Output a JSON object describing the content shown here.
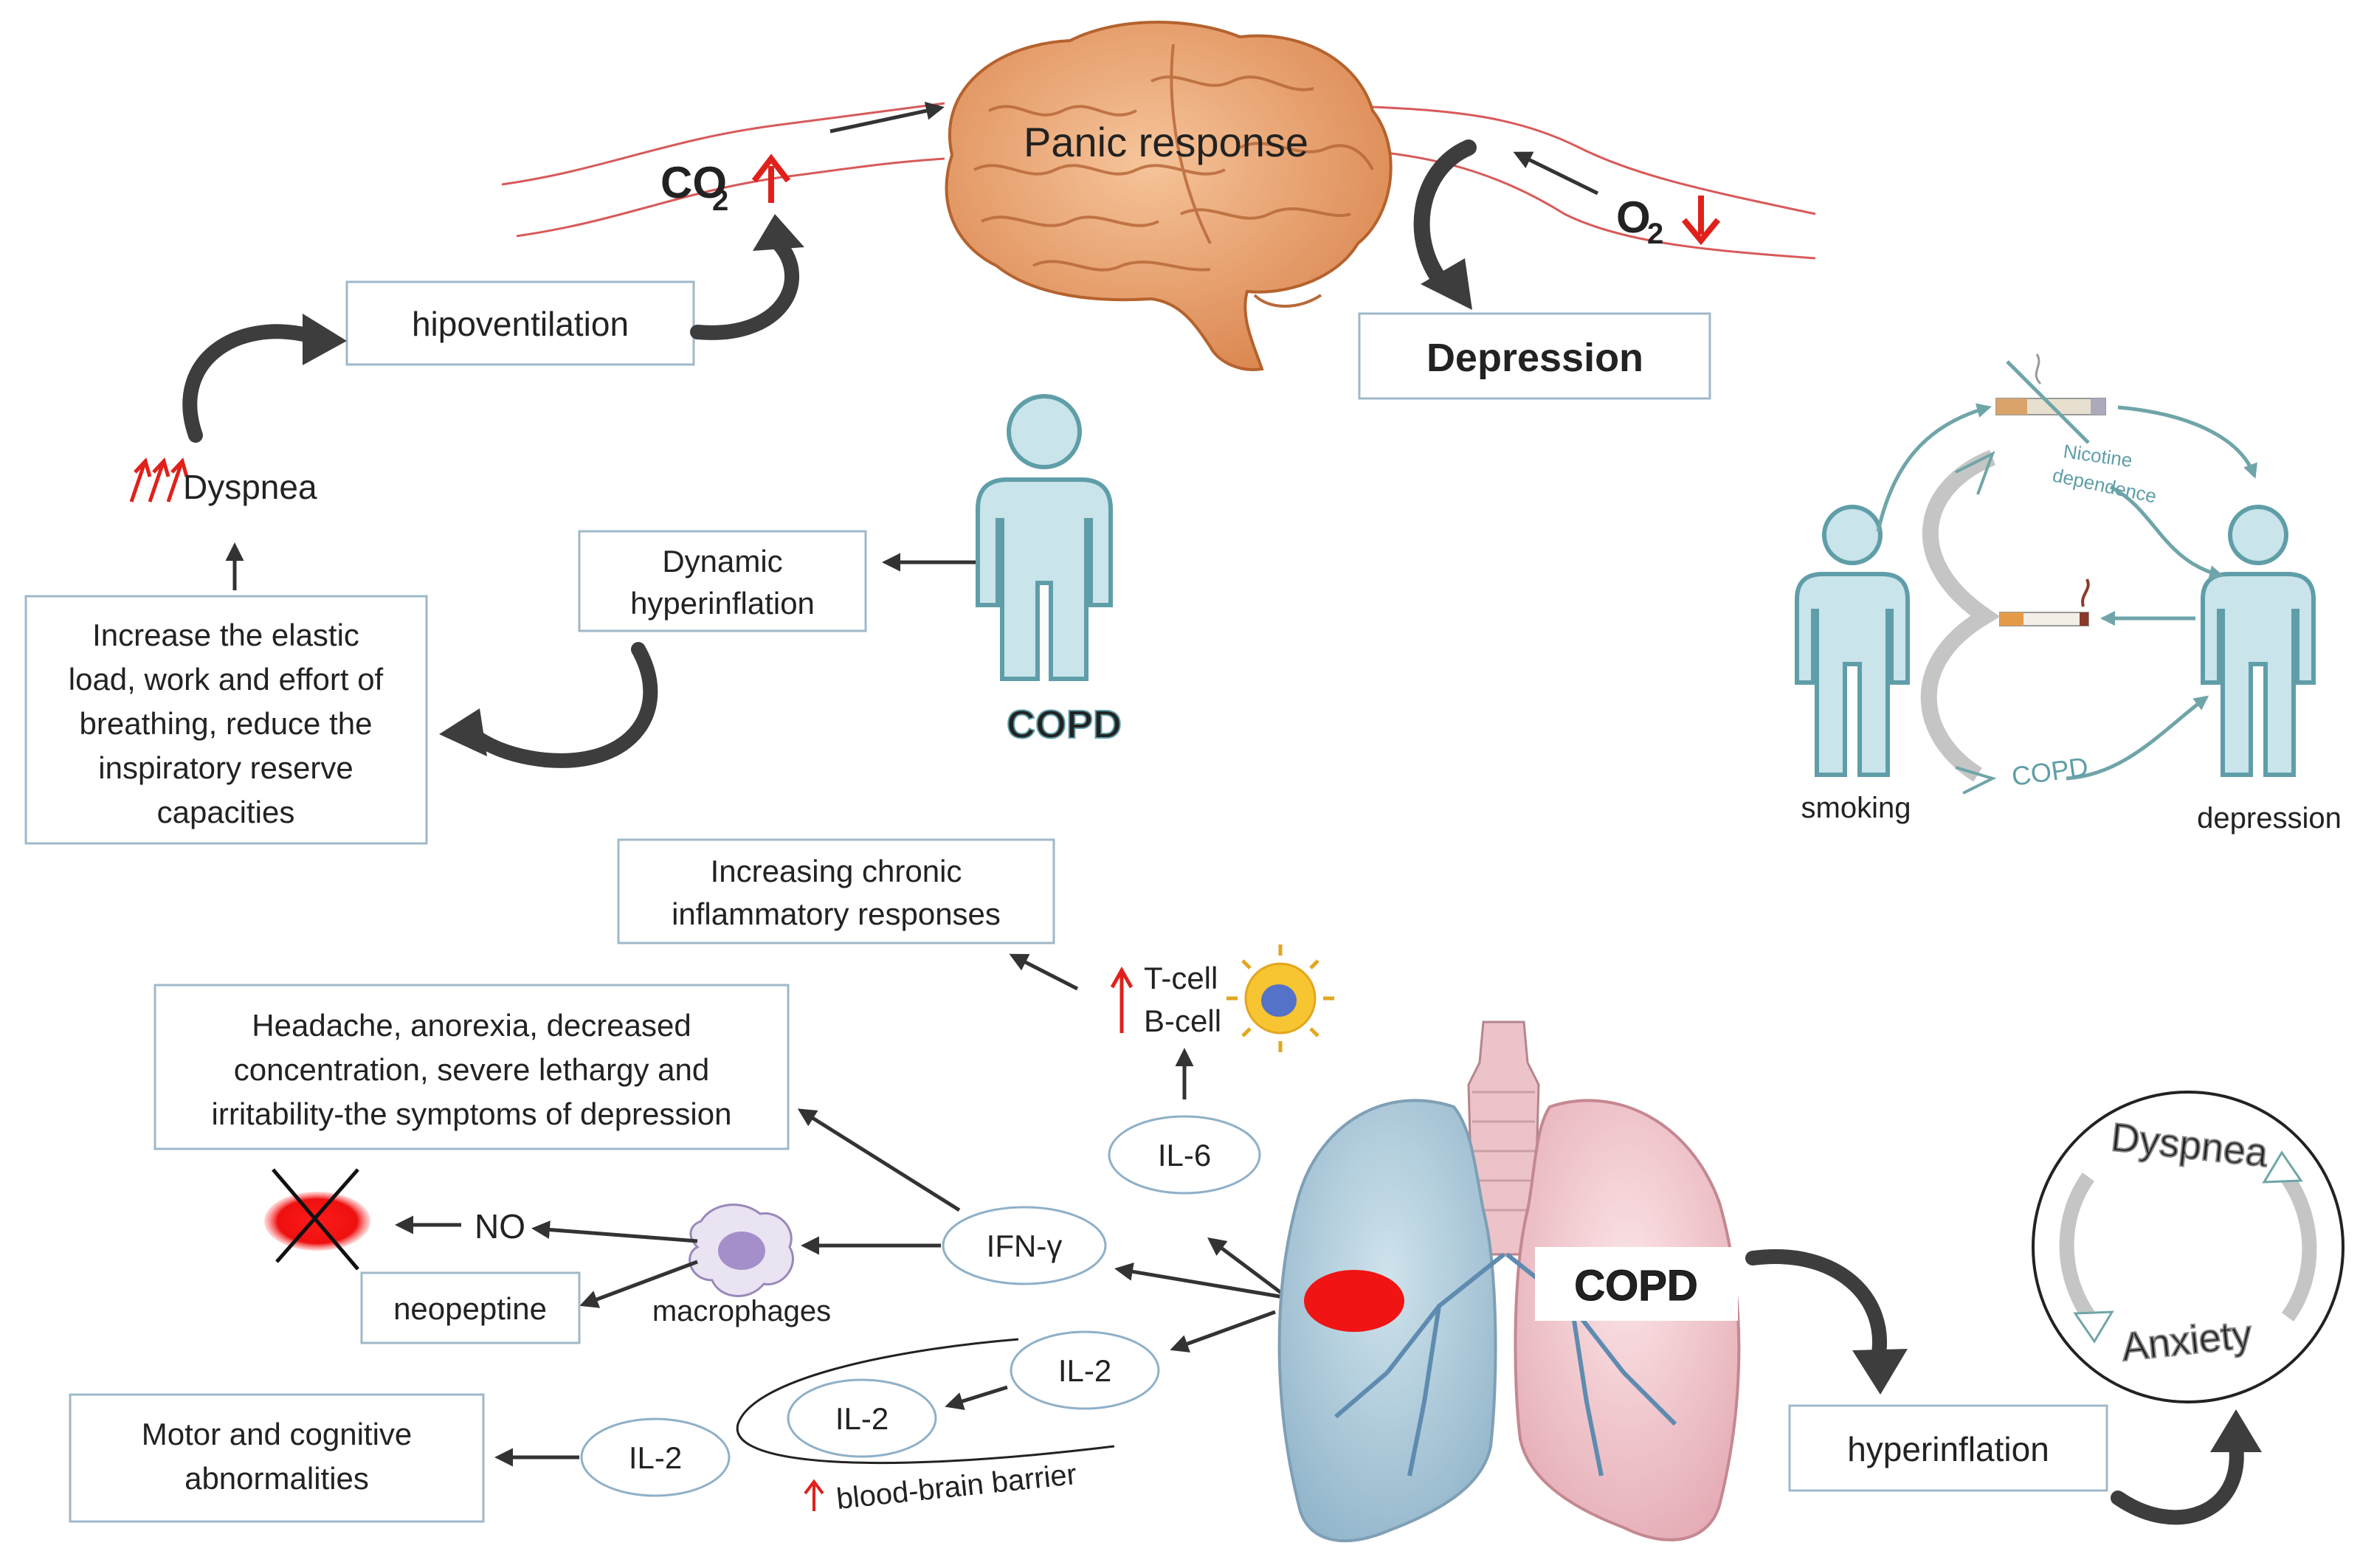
{
  "brain": {
    "label": "Panic response"
  },
  "gases": {
    "co2": "CO",
    "co2_sub": "2",
    "o2": "O",
    "o2_sub": "2"
  },
  "boxes": {
    "hipoventilation": "hipoventilation",
    "depression": "Depression",
    "dynamic_hyperinflation": [
      "Dynamic",
      "hyperinflation"
    ],
    "elastic_load": [
      "Increase the elastic",
      "load, work and effort of",
      "breathing, reduce the",
      "inspiratory reserve",
      "capacities"
    ],
    "chronic_inflammation": [
      "Increasing chronic",
      "inflammatory responses"
    ],
    "depression_symptoms": [
      "Headache, anorexia, decreased",
      "concentration, severe lethargy and",
      "irritability-the symptoms of depression"
    ],
    "neopeptine": "neopeptine",
    "motor_cognitive": [
      "Motor and cognitive",
      "abnormalities"
    ],
    "hyperinflation": "hyperinflation"
  },
  "labels": {
    "dyspnea": "Dyspnea",
    "copd_person": "COPD",
    "copd_lungs": "COPD",
    "t_cell": "T-cell",
    "b_cell": "B-cell",
    "no": "NO",
    "macrophages": "macrophages",
    "bbb": "blood-brain barrier"
  },
  "cytokines": {
    "il6": "IL-6",
    "ifn": "IFN-γ",
    "il2_a": "IL-2",
    "il2_b": "IL-2",
    "il2_c": "IL-2"
  },
  "inset": {
    "smoking": "smoking",
    "depression": "depression",
    "nicotine_1": "Nicotine",
    "nicotine_2": "dependence",
    "copd": "COPD"
  },
  "cycle": {
    "top": "Dyspnea",
    "bottom": "Anxiety"
  },
  "colors": {
    "accent_red": "#e0211b",
    "box_border": "#9fb8c9",
    "teal": "#5f9ea8",
    "brain": "#e9a06a",
    "dark_arrow": "#3d3d3d"
  }
}
